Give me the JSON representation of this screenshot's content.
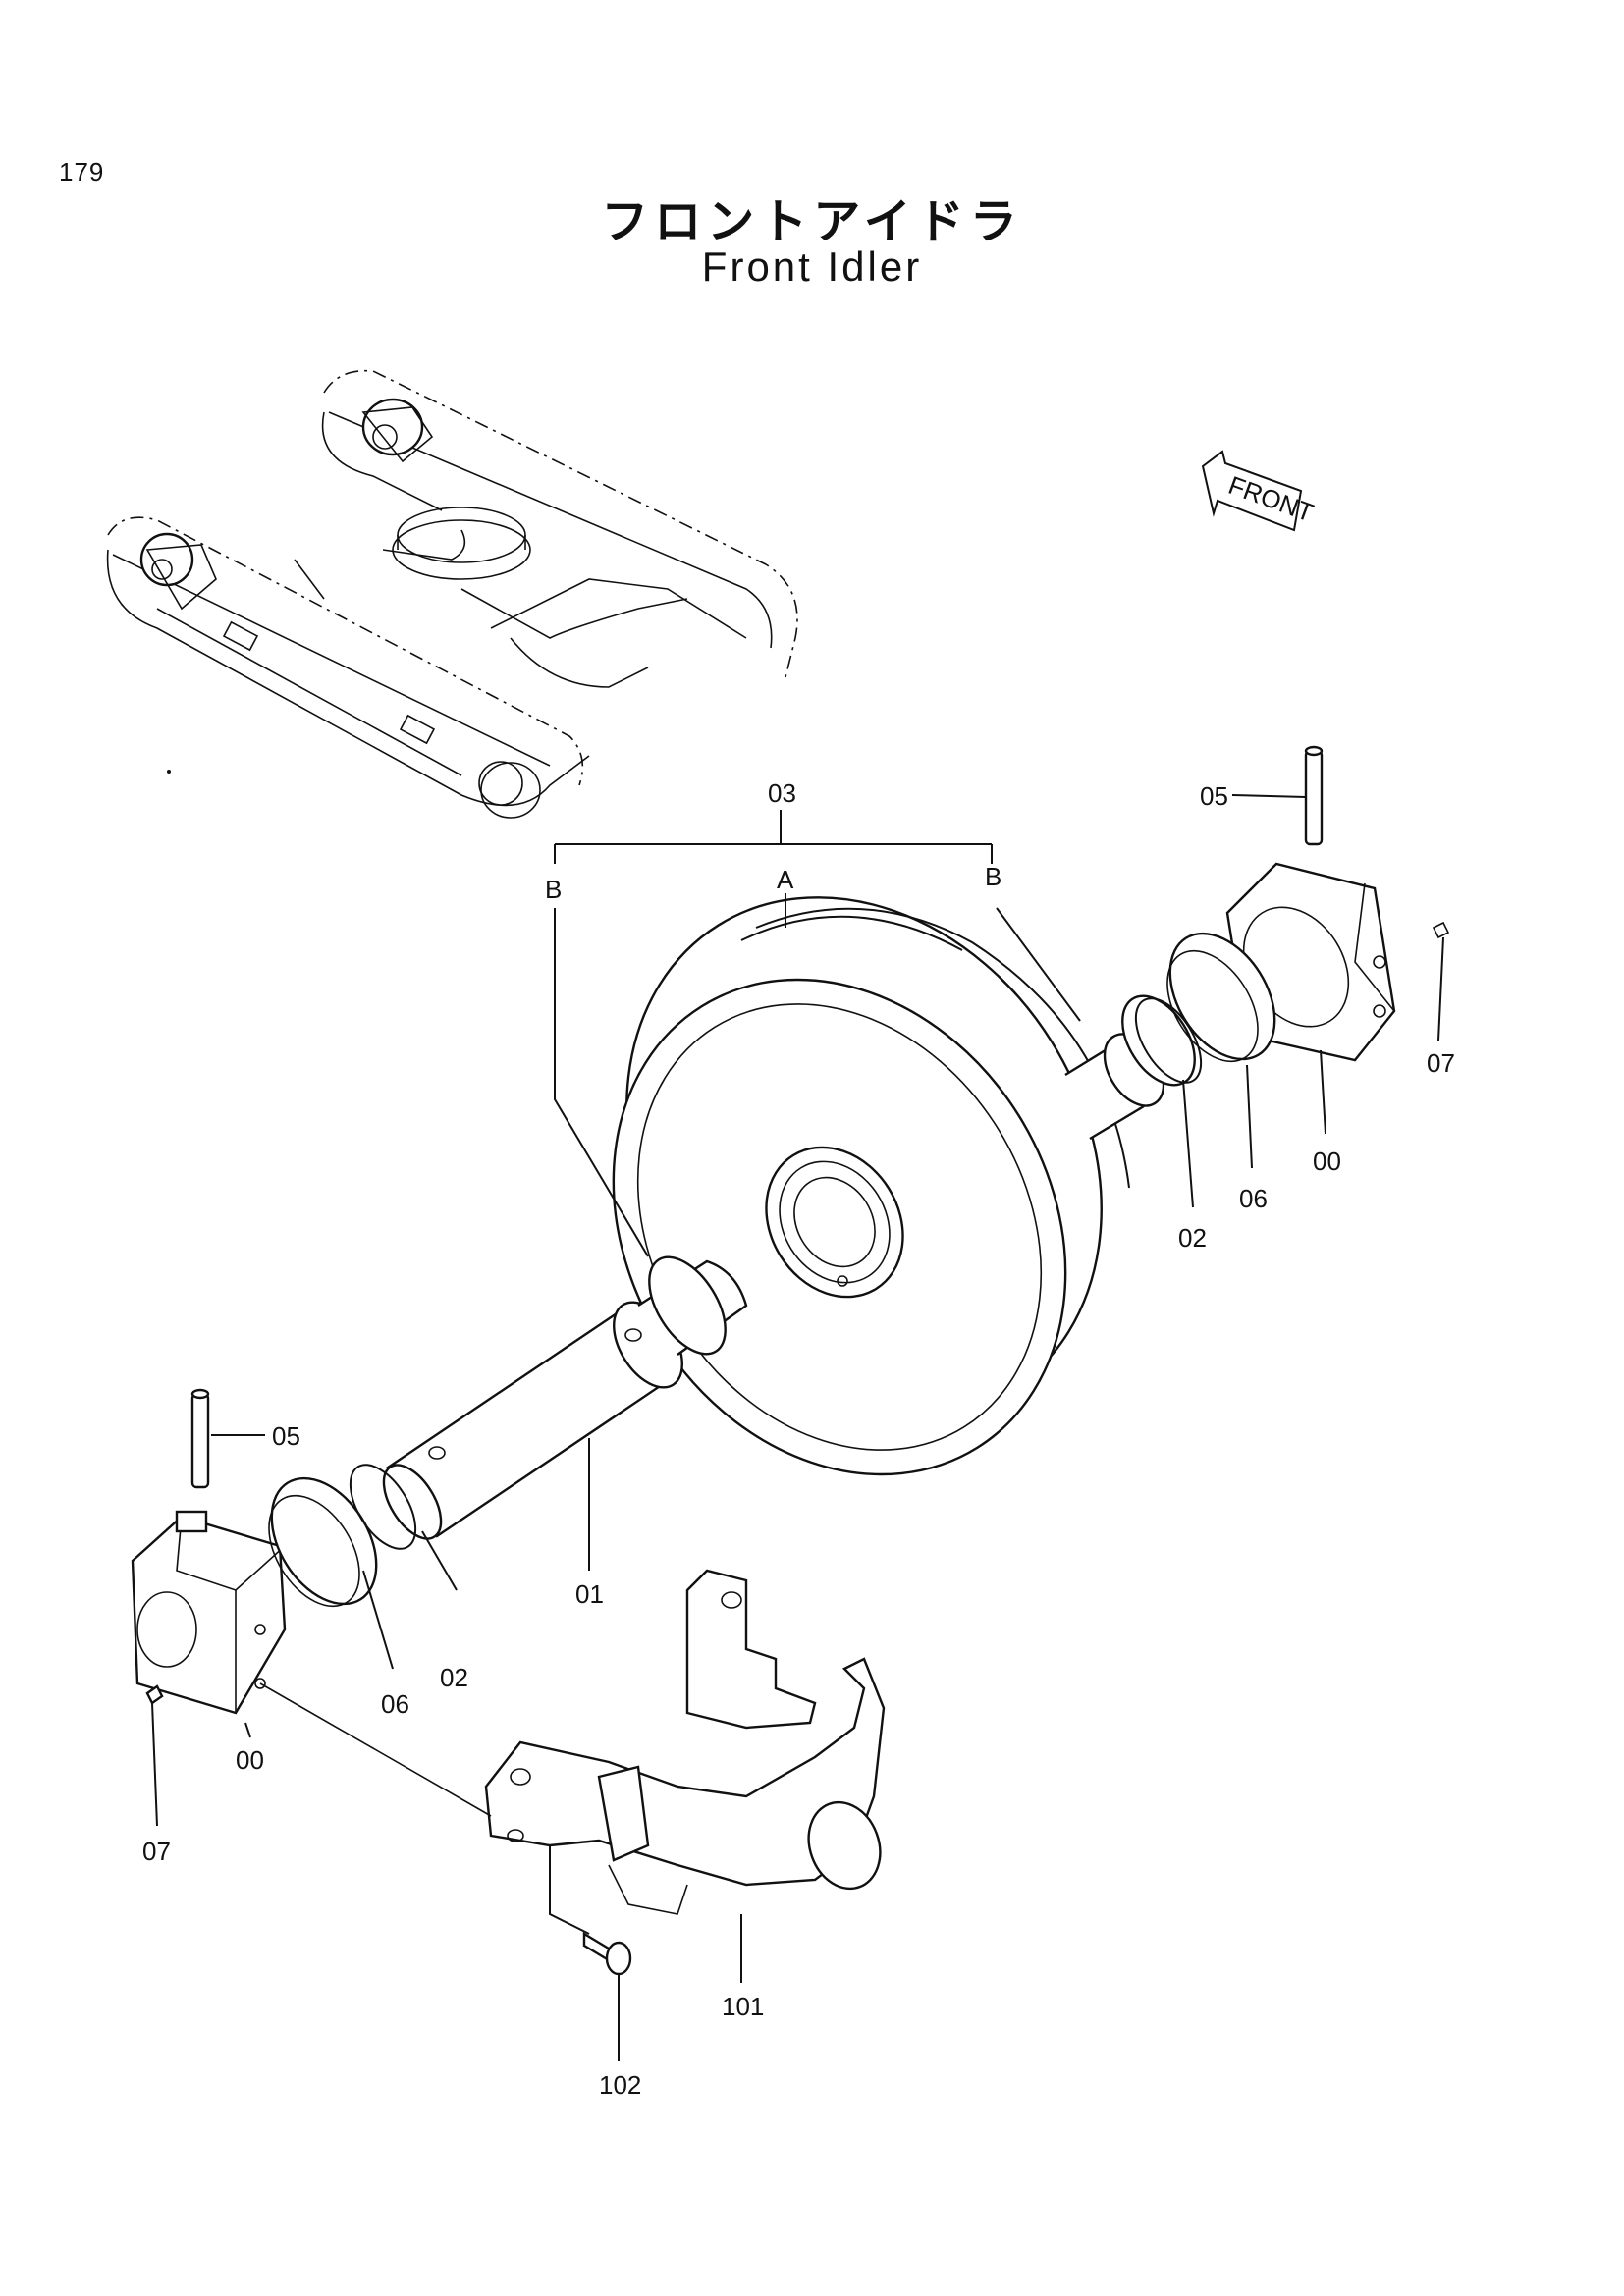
{
  "page_number": "179",
  "title_jp": "フロントアイドラ",
  "title_en": "Front Idler",
  "front_indicator": "FRONT",
  "callouts": {
    "assembly": "03",
    "sub_a": "A",
    "sub_b_left": "B",
    "sub_b_right": "B",
    "shaft": "01",
    "oring_right": "02",
    "oring_left": "02",
    "seal_right": "06",
    "seal_left": "06",
    "pin_right": "05",
    "pin_left": "05",
    "bracket_right": "00",
    "bracket_left": "00",
    "plug_right": "07",
    "plug_left": "07",
    "guard": "101",
    "bolt": "102"
  }
}
